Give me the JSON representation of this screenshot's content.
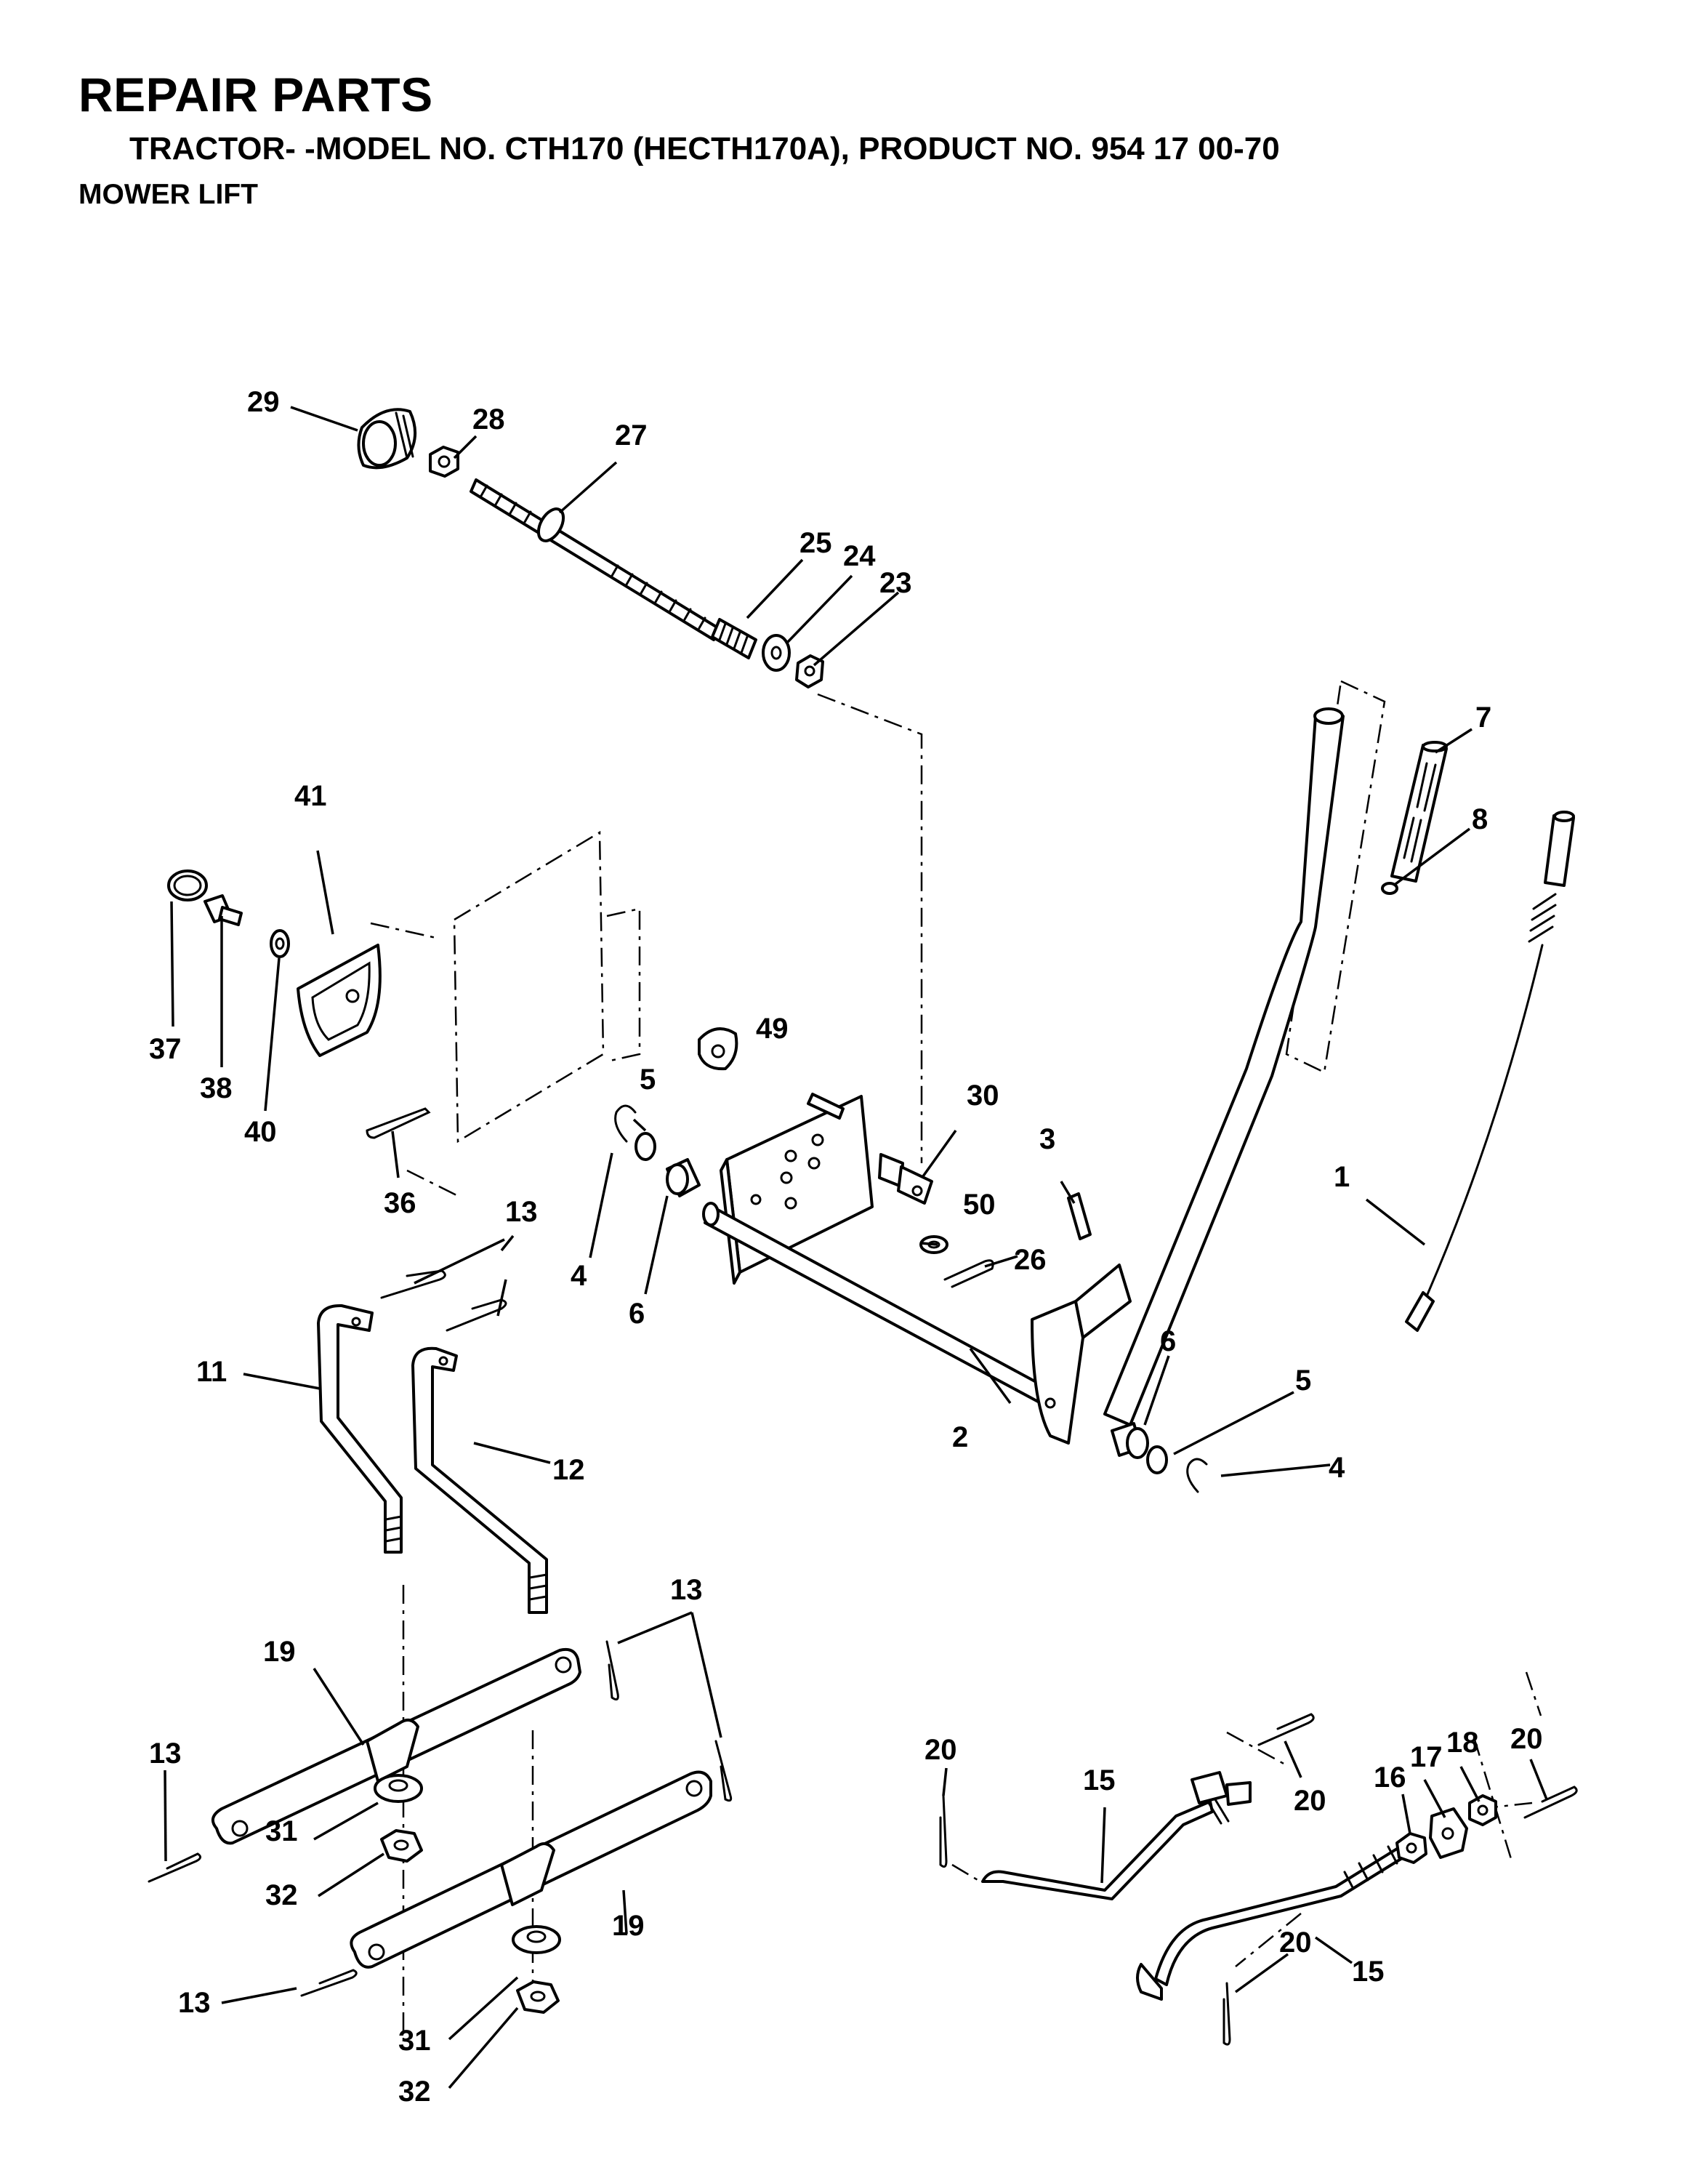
{
  "header": {
    "title": "REPAIR PARTS",
    "subtitle": "TRACTOR- -MODEL NO. CTH170 (HECTH170A), PRODUCT NO. 954 17 00-70",
    "section": "MOWER LIFT"
  },
  "callouts": {
    "c1": "1",
    "c2": "2",
    "c3": "3",
    "c4a": "4",
    "c4b": "4",
    "c5a": "5",
    "c5b": "5",
    "c6a": "6",
    "c6b": "6",
    "c7": "7",
    "c8": "8",
    "c11": "11",
    "c12": "12",
    "c13a": "13",
    "c13b": "13",
    "c13c": "13",
    "c13d": "13",
    "c15a": "15",
    "c15b": "15",
    "c16": "16",
    "c17": "17",
    "c18": "18",
    "c19a": "19",
    "c19b": "19",
    "c20a": "20",
    "c20b": "20",
    "c20c": "20",
    "c20d": "20",
    "c23": "23",
    "c24": "24",
    "c25": "25",
    "c26": "26",
    "c27": "27",
    "c28": "28",
    "c29": "29",
    "c30": "30",
    "c31a": "31",
    "c31b": "31",
    "c32a": "32",
    "c32b": "32",
    "c36": "36",
    "c37": "37",
    "c38": "38",
    "c40": "40",
    "c41": "41",
    "c49": "49",
    "c50": "50"
  }
}
